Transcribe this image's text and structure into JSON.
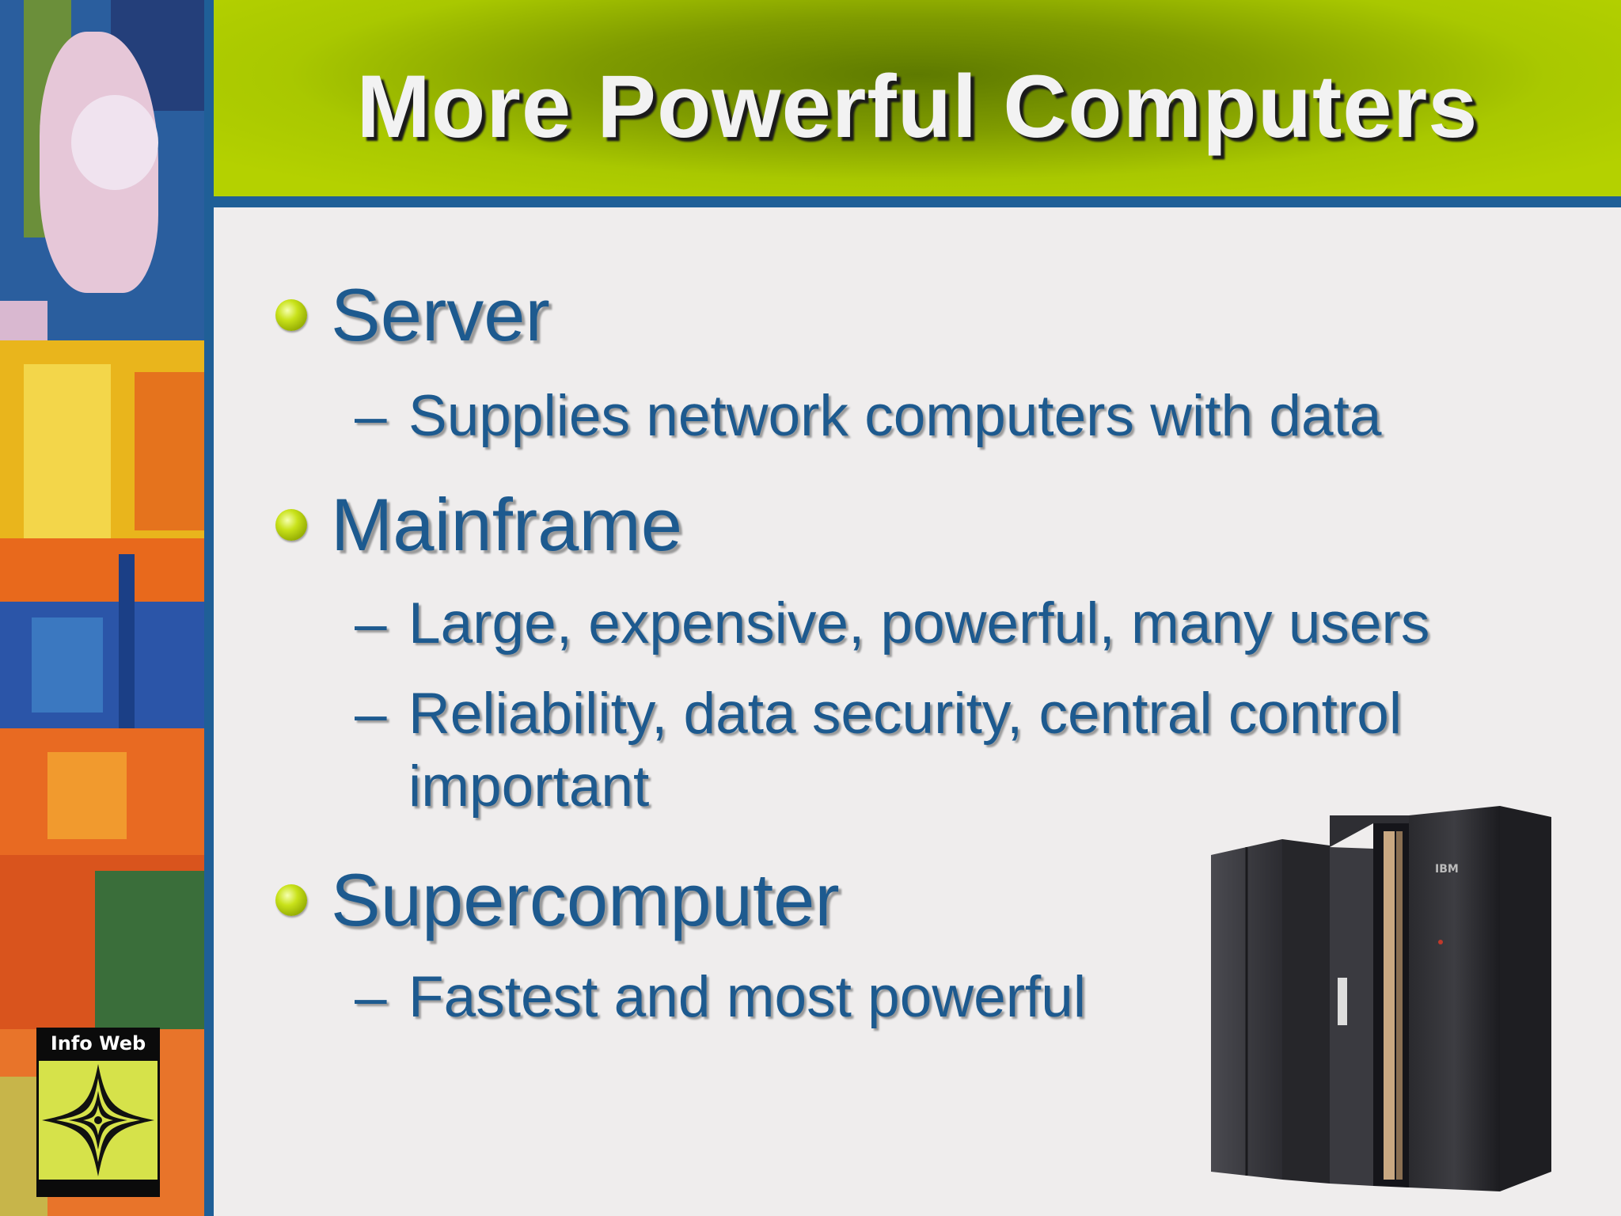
{
  "slide": {
    "title": "More Powerful Computers",
    "bullets": [
      {
        "label": "Server",
        "subitems": [
          "Supplies network computers with data"
        ]
      },
      {
        "label": "Mainframe",
        "subitems": [
          "Large, expensive, powerful, many users",
          "Reliability, data security, central control",
          "important"
        ]
      },
      {
        "label": "Supercomputer",
        "subitems": [
          "Fastest and most powerful"
        ]
      }
    ],
    "dash": "–"
  },
  "logo": {
    "text": "Info Web"
  },
  "mainframe_image": {
    "brand": "IBM"
  },
  "colors": {
    "title_band": "#b4d100",
    "accent_blue": "#1f5f97",
    "text_blue": "#1d5a8f",
    "bullet_green": "#c9e21a",
    "background": "#efeded"
  }
}
